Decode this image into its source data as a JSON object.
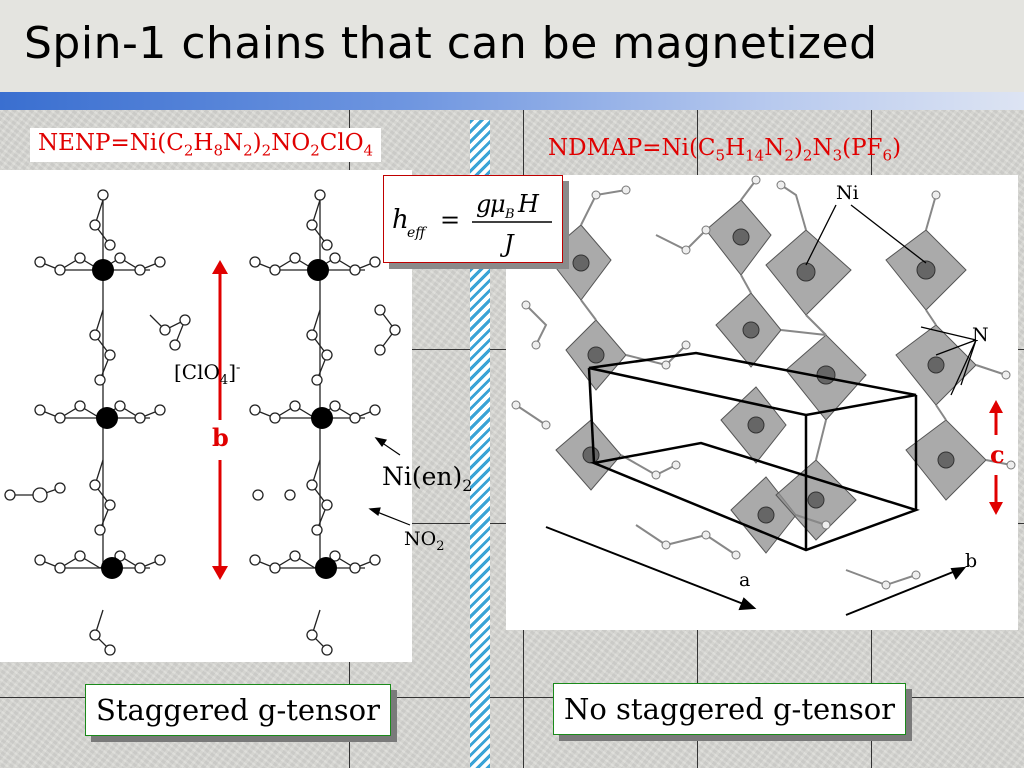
{
  "slide": {
    "title": "Spin-1 chains that can be magnetized"
  },
  "left": {
    "formula_name": "NENP=Ni(C",
    "f1": "2",
    "f2": "H",
    "f3": "8",
    "f4": "N",
    "f5": "2",
    "f6": ")",
    "f7": "2",
    "f8": "NO",
    "f9": "2",
    "f10": "ClO",
    "f11": "4",
    "anion_label_base": "[ClO",
    "anion_sub": "4",
    "anion_close": "]",
    "anion_sup": "-",
    "axis_label": "b",
    "complex_label": "Ni(en)",
    "complex_sub": "2",
    "nitrite_label": "NO",
    "nitrite_sub": "2",
    "caption": "Staggered g-tensor"
  },
  "right": {
    "formula_name": "NDMAP=Ni(C",
    "f1": "5",
    "f2": "H",
    "f3": "14",
    "f4": "N",
    "f5": "2",
    "f6": ")",
    "f7": "2",
    "f8": "N",
    "f9": "3",
    "f10": "(PF",
    "f11": "6",
    "f12": ")",
    "ni_label": "Ni",
    "n_label": "N",
    "c_label": "c",
    "a_label": "a",
    "b_label": "b",
    "caption": "No staggered g-tensor"
  },
  "equation": {
    "lhs": "h",
    "lhs_sub": "eff",
    "equals": "=",
    "num_g": "g",
    "num_mu": "μ",
    "num_sub": "B",
    "num_h": "H",
    "den": "J"
  },
  "colors": {
    "accent_red": "#e00000",
    "caption_border": "#1a8a1a",
    "title_bar_start": "#3a6fd0"
  }
}
